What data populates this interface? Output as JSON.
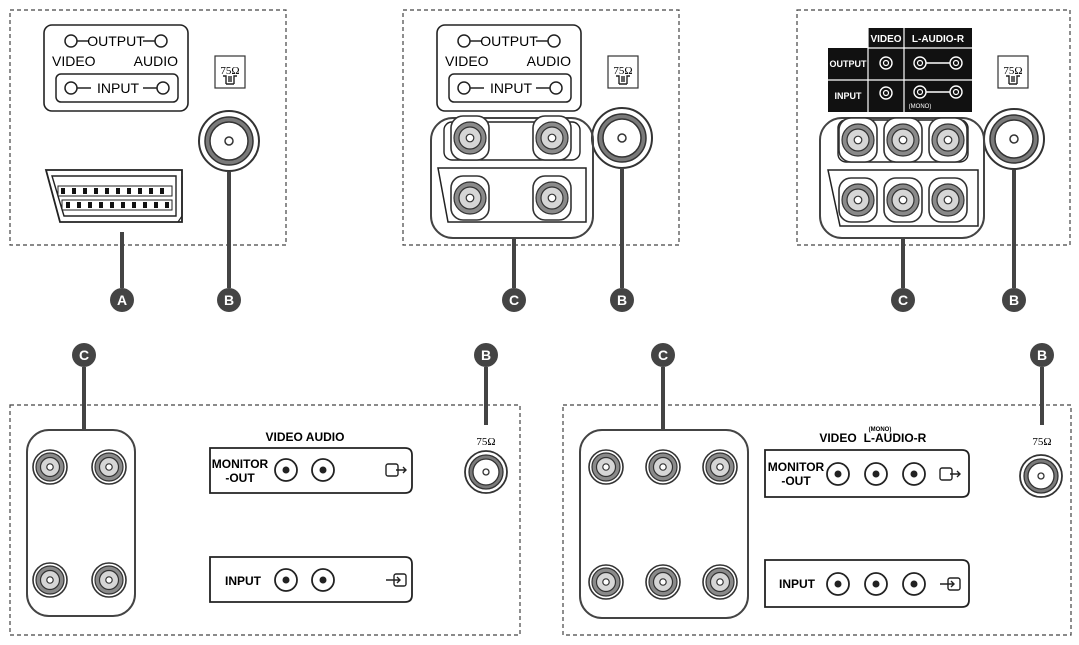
{
  "colors": {
    "stroke": "#333333",
    "panel_dash": "#444444",
    "jack_ring": "#777777",
    "jack_inner": "#d0d0d0",
    "badge": "#444444",
    "black_table": "#111111"
  },
  "callouts": {
    "a": "A",
    "b": "B",
    "c": "C"
  },
  "panel1": {
    "output": "OUTPUT",
    "video": "VIDEO",
    "audio": "AUDIO",
    "input": "INPUT",
    "ohms": "75Ω"
  },
  "panel2": {
    "output": "OUTPUT",
    "video": "VIDEO",
    "audio": "AUDIO",
    "input": "INPUT",
    "ohms": "75Ω"
  },
  "panel3": {
    "video": "VIDEO",
    "laudior": "L-AUDIO-R",
    "output": "OUTPUT",
    "input": "INPUT",
    "mono": "(MONO)",
    "ohms": "75Ω"
  },
  "panel4": {
    "header": "VIDEO AUDIO",
    "monitor_line1": "MONITOR",
    "monitor_line2": "-OUT",
    "input": "INPUT",
    "ohms": "75Ω"
  },
  "panel5": {
    "video": "VIDEO",
    "mono": "(MONO)",
    "laudior": "L-AUDIO-R",
    "monitor_line1": "MONITOR",
    "monitor_line2": "-OUT",
    "input": "INPUT",
    "ohms": "75Ω"
  }
}
